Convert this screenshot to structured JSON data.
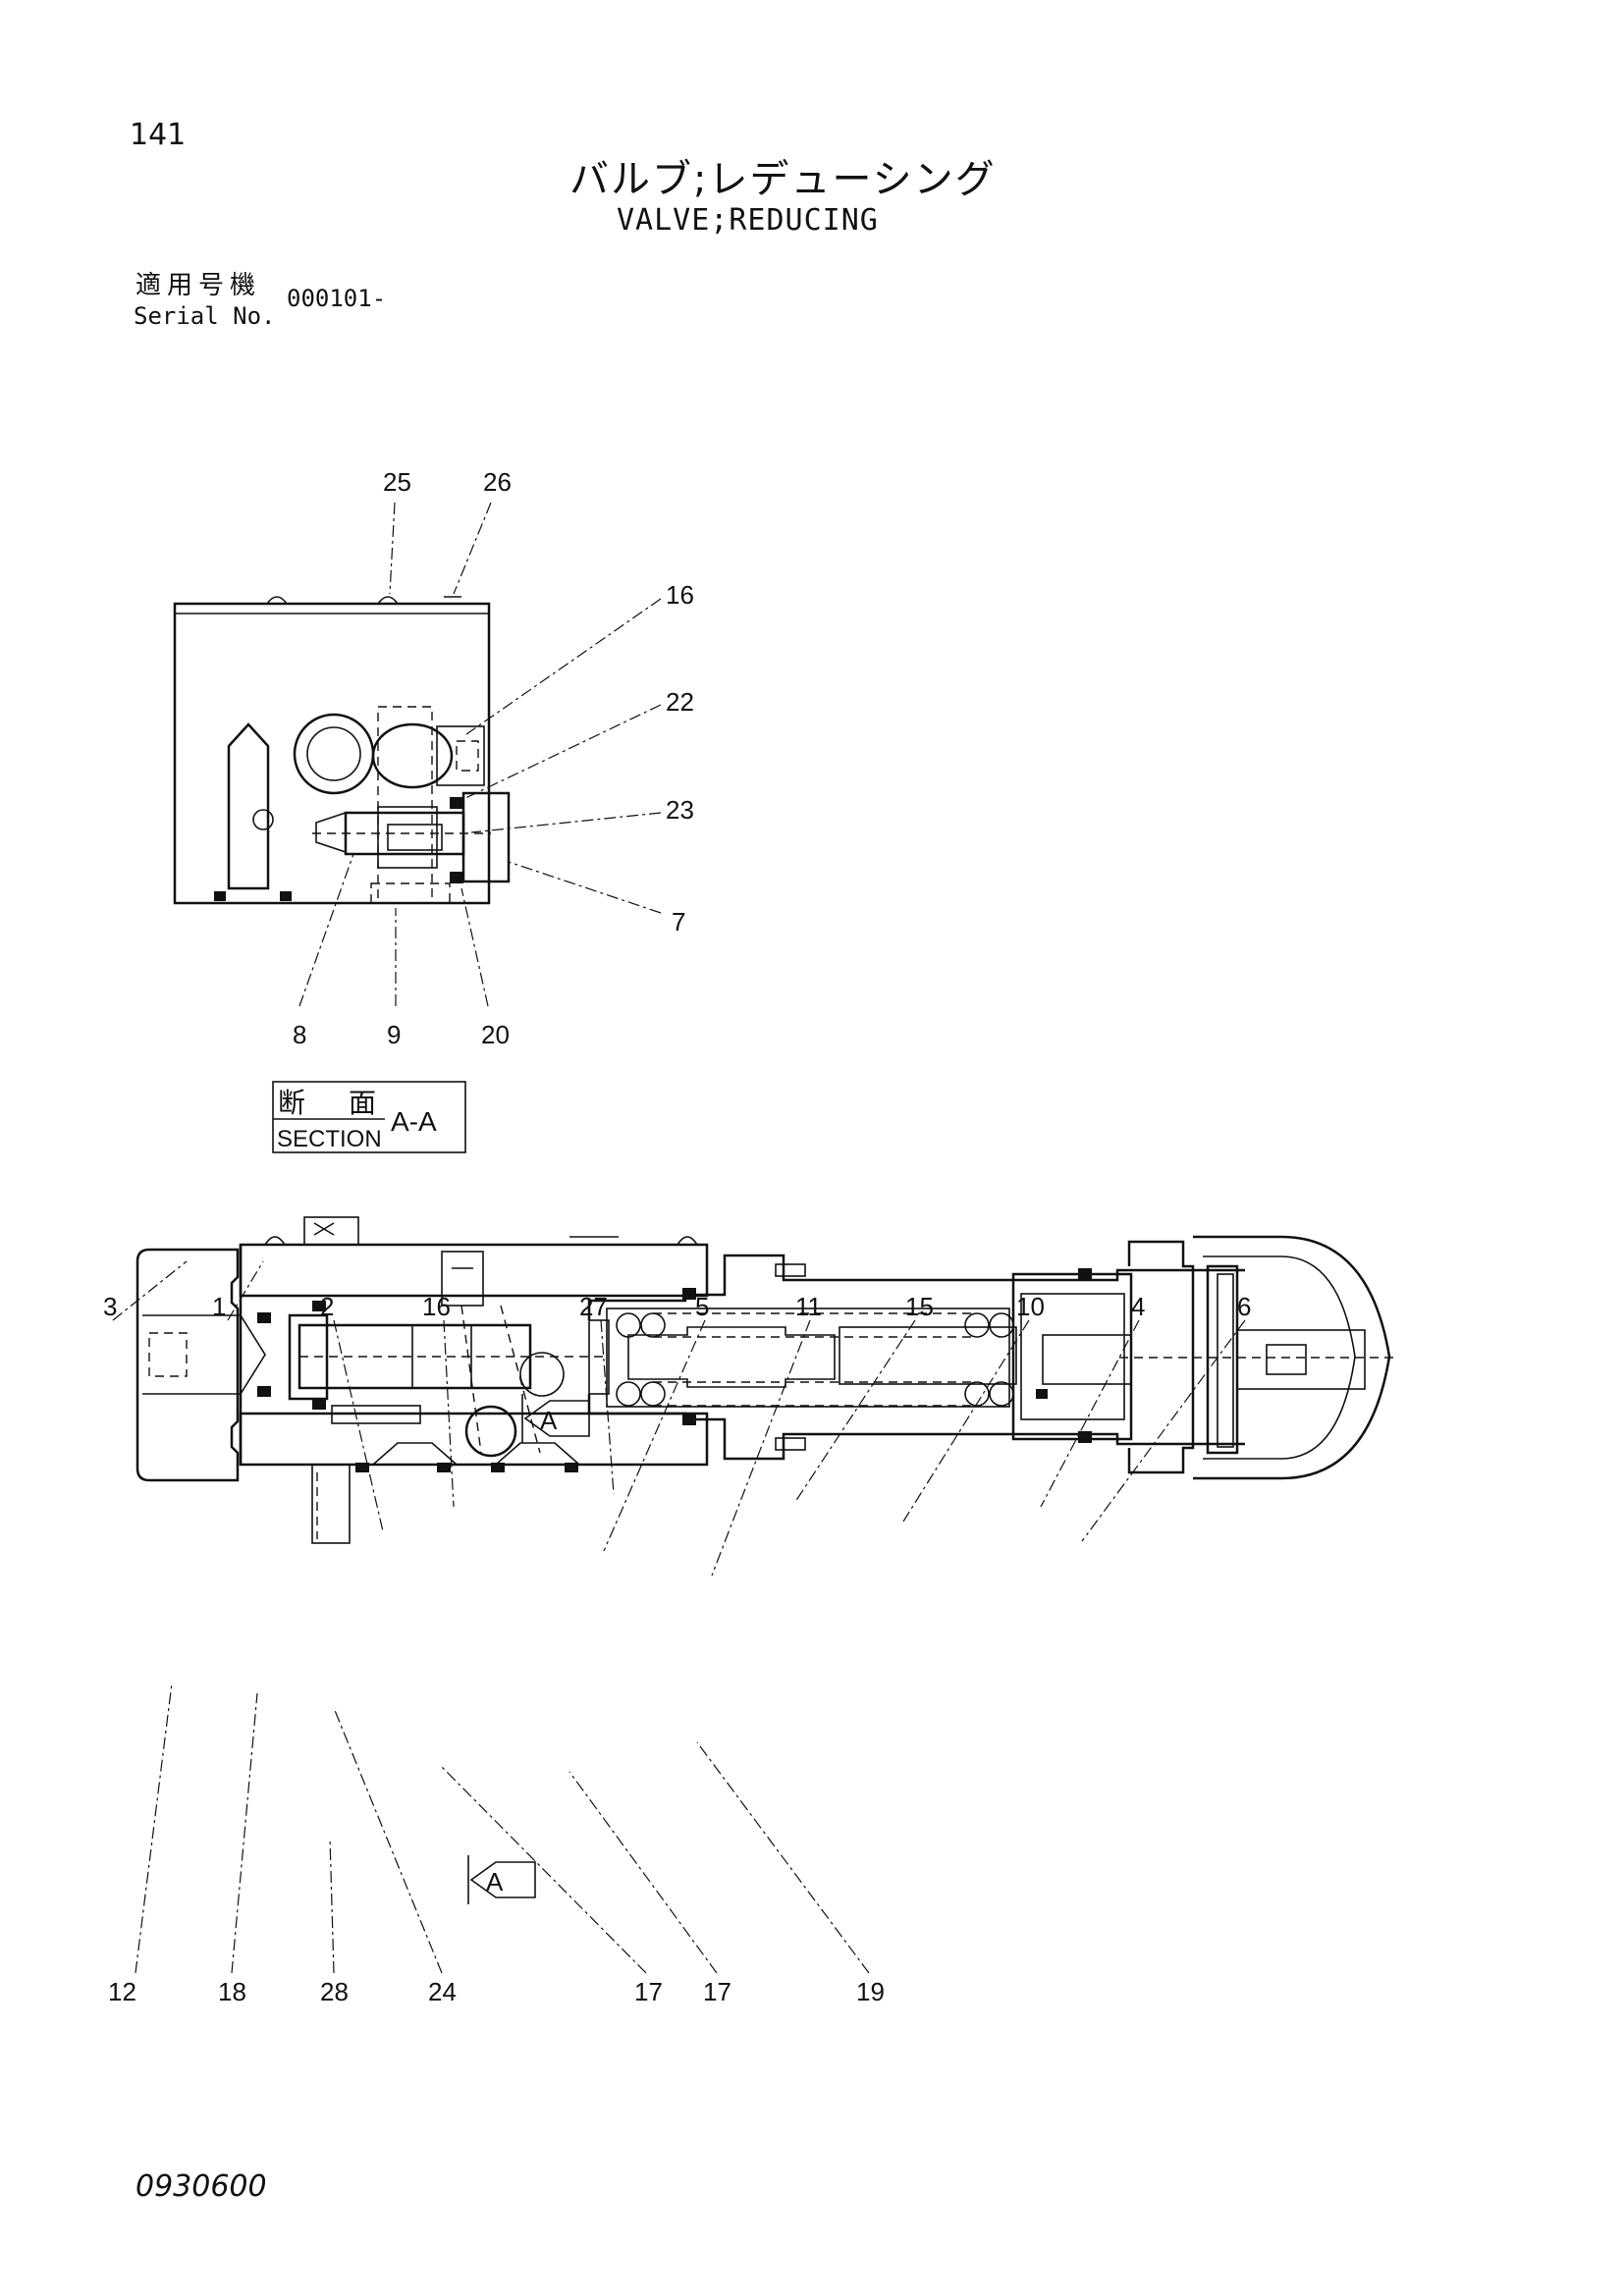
{
  "page_number": "141",
  "title_jp": "バルブ;レデューシング",
  "title_en": "VALVE;REDUCING",
  "serial_label_jp": "適用号機",
  "serial_label_en": "Serial No.",
  "serial_value": "000101-",
  "section_box": {
    "jp_left": "断",
    "jp_right": "面",
    "en": "SECTION",
    "mark": "A-A"
  },
  "view_marker": "A",
  "doc_code": "0930600",
  "section_callouts": {
    "c25": "25",
    "c26": "26",
    "c16": "16",
    "c22": "22",
    "c23": "23",
    "c7": "7",
    "c8": "8",
    "c9": "9",
    "c20": "20"
  },
  "main_callouts": {
    "c3": "3",
    "c1": "1",
    "c2": "2",
    "c16": "16",
    "c27": "27",
    "c5": "5",
    "c11": "11",
    "c15": "15",
    "c10": "10",
    "c4": "4",
    "c6": "6",
    "c12": "12",
    "c18": "18",
    "c28": "28",
    "c24": "24",
    "c17a": "17",
    "c17b": "17",
    "c19": "19"
  }
}
